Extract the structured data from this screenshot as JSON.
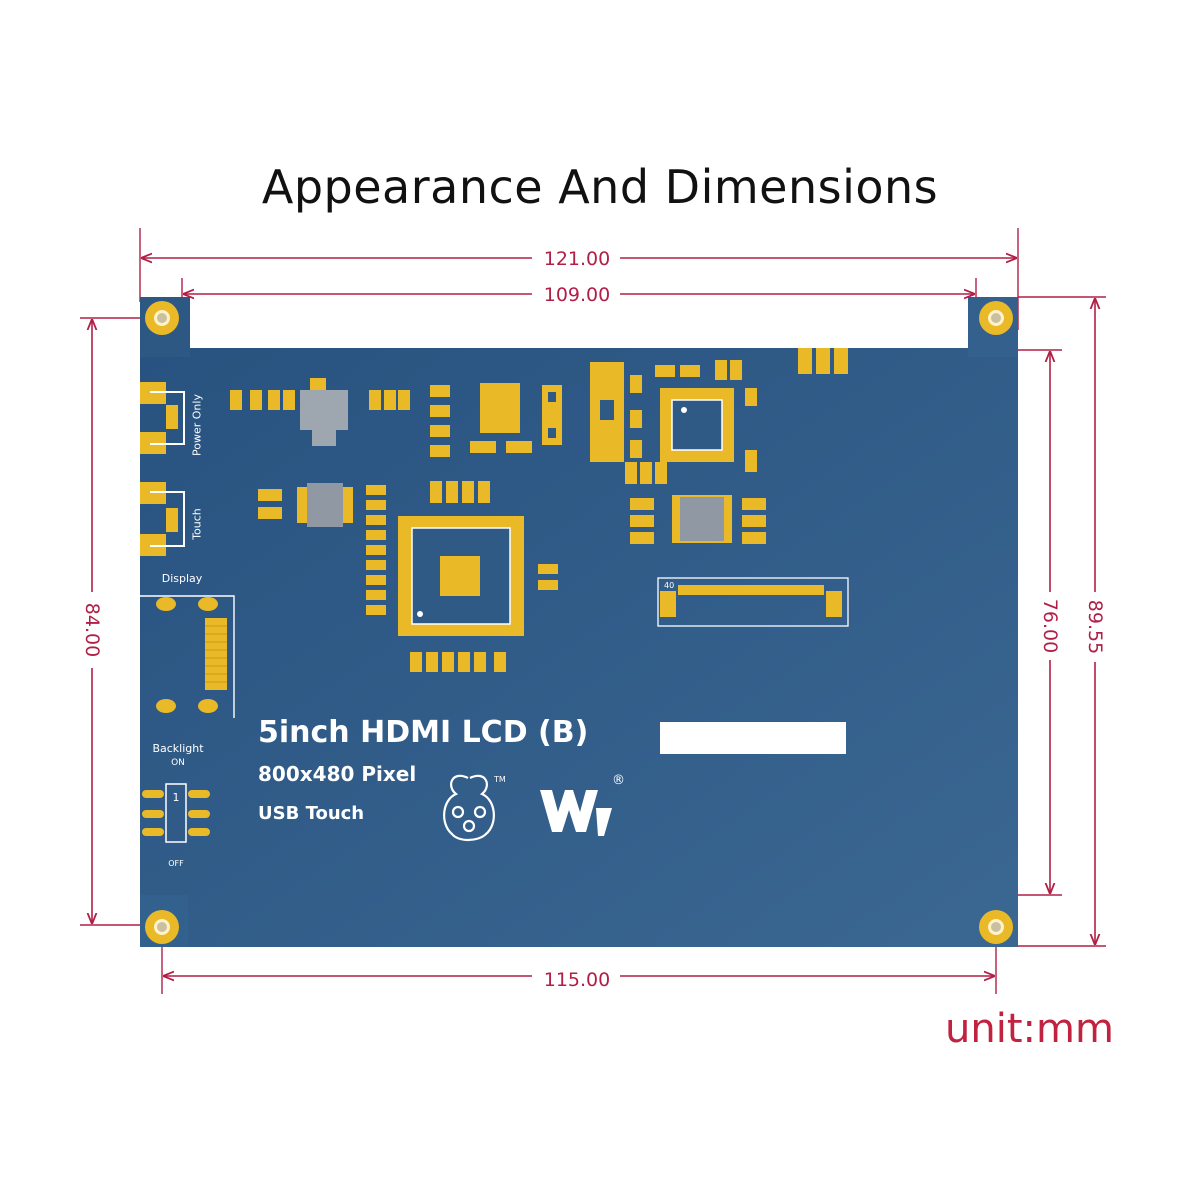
{
  "title": "Appearance And Dimensions",
  "unit_label": "unit:mm",
  "dimensions": {
    "overall_width": "121.00",
    "hole_spacing_top": "109.00",
    "bottom_span": "115.00",
    "left_height": "84.00",
    "inner_height": "76.00",
    "overall_height": "89.55"
  },
  "board": {
    "product_name": "5inch HDMI LCD (B)",
    "resolution": "800x480 Pixel",
    "touch": "USB Touch",
    "label_power_only": "Power Only",
    "label_touch": "Touch",
    "label_display": "Display",
    "label_backlight": "Backlight",
    "label_on": "ON",
    "label_off": "OFF",
    "switch_number": "1",
    "connector_pin": "40",
    "tm_mark": "TM",
    "registered_mark": "®"
  },
  "colors": {
    "board": "#2f5a86",
    "pad": "#e9b928",
    "dimension": "#b21f46"
  }
}
